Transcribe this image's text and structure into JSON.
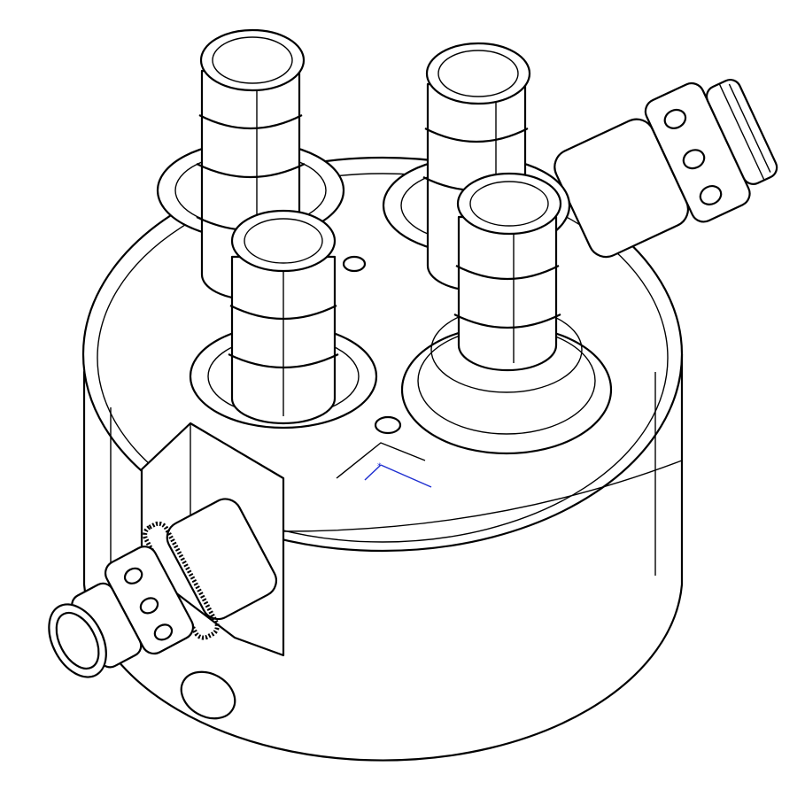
{
  "drawing": {
    "line_color": "#000000",
    "background_color": "#ffffff",
    "axis_triad_color": "#1f2fd0",
    "parts": [
      "manifold-body",
      "hose-barb-back-left",
      "hose-barb-back-right",
      "hose-barb-front-left",
      "hose-barb-front-right",
      "quick-connector-left",
      "quick-connector-right"
    ]
  }
}
